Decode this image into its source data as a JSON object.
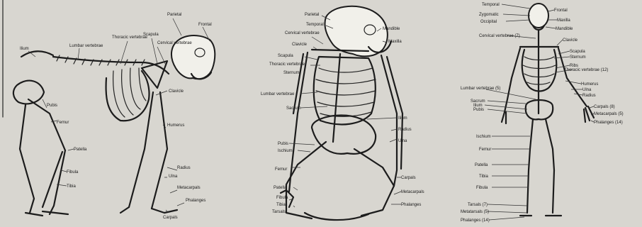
{
  "colors": {
    "paper": "#d8d6d0",
    "ink": "#1c1c1c",
    "bone": "#f1f0ea"
  },
  "figures": [
    {
      "id": "quadruped",
      "labels": [
        "Parietal",
        "Frontal",
        "Scapula",
        "Cervical vertebrae",
        "Thoracic vertebrae",
        "Lumbar vertebrae",
        "Ilium",
        "Clavicle",
        "Pubis",
        "Femur",
        "Humerus",
        "Patella",
        "Radius",
        "Ulna",
        "Fibula",
        "Tibia",
        "Metacarpals",
        "Phalanges",
        "Carpals"
      ]
    },
    {
      "id": "ape",
      "labels": [
        "Parietal",
        "Temporal",
        "Mandible",
        "Maxilla",
        "Cervical vertebrae",
        "Clavicle",
        "Scapula",
        "Thoracic vertebrae",
        "Sternum",
        "Lumbar vertebrae",
        "Sacrum",
        "Ilium",
        "Pubis",
        "Ischium",
        "Radius",
        "Ulna",
        "Femur",
        "Patella",
        "Fibula",
        "Tibia",
        "Tarsals",
        "Carpals",
        "Metacarpals",
        "Phalanges"
      ]
    },
    {
      "id": "human",
      "labels": [
        "Temporal",
        "Frontal",
        "Zygomatic",
        "Occipital",
        "Maxilla",
        "Mandible",
        "Cervical vertebrae (7)",
        "Clavicle",
        "Scapula",
        "Sternum",
        "Ribs",
        "Thoracic vertebrae (12)",
        "Humerus",
        "Lumbar vertebrae (5)",
        "Ulna",
        "Radius",
        "Sacrum",
        "Ilium",
        "Pubis",
        "Carpals (8)",
        "Metacarpals (5)",
        "Phalanges (14)",
        "Ischium",
        "Femur",
        "Patella",
        "Tibia",
        "Fibula",
        "Tarsals (7)",
        "Metatarsals (5)",
        "Phalanges (14)"
      ]
    }
  ]
}
